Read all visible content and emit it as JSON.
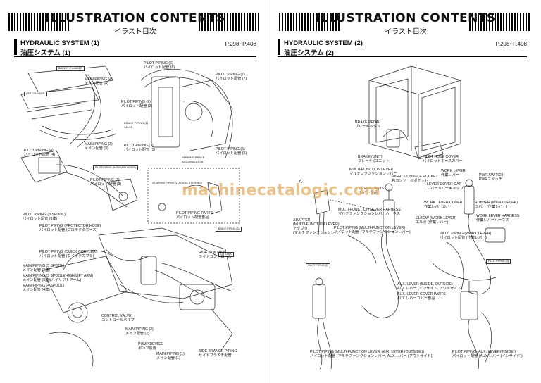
{
  "left_page": {
    "title_en": "ILLUSTRATION CONTENTS",
    "title_jp": "イラスト目次",
    "section_en": "HYDRAULIC SYSTEM (1)",
    "section_jp": "油圧システム (1)",
    "page_range": "P.298~P.408",
    "tags": {
      "bucket_cyl": "BUCKET CYLINDER",
      "lift_cyl": "LIFT CYLINDER",
      "aux_lever": "PILOT PIPING (AUXILIARY LEVER)",
      "steering": "STEERING PIPING (LOSTATIC STEERING)",
      "brake_piping3": "BRAKE PIPING (3)",
      "oil_tank": "OIL TANK"
    },
    "labels": {
      "main4": "MAIN PIPING (4)",
      "main4_jp": "メイン配管 (4)",
      "pilot6": "PILOT PIPING (6)",
      "pilot6_jp": "パイロット配管 (6)",
      "pilot7": "PILOT PIPING (7)",
      "pilot7_jp": "パイロット配管 (7)",
      "pilot2": "PILOT PIPING (2)",
      "pilot2_jp": "パイロット配管 (2)",
      "brake1": "BRAKE PIPING (1)",
      "brake1_sub": "VALVE",
      "main3": "MAIN PIPING (3)",
      "main3_jp": "メイン配管 (3)",
      "pilot1": "PILOT PIPING (1)",
      "pilot1_jp": "パイロット配管 (1)",
      "parking": "PARKING BRAKE",
      "parking_sub": "ACCUMULATOR",
      "pilot5": "PILOT PIPING (5)",
      "pilot5_jp": "パイロット配管 (5)",
      "pilot4": "PILOT PIPING (4)",
      "pilot4_jp": "パイロット配管 (4)",
      "pilot3": "PILOT PIPING (3)",
      "pilot3_jp": "パイロット配管 (3)",
      "pilot3spool": "PILOT PIPING (3 SPOOL)",
      "pilot3spool_jp": "パイロット配管 (3連)",
      "protector": "PILOT PIPING (PROTECTOR HOSE)",
      "protector_jp": "パイロット配管 (プロテクタホース)",
      "pilot_parts": "PILOT PIPING PARTS",
      "pilot_parts_jp": "パイロット配管部品",
      "quick": "PILOT PIPING (QUICK COUPLER)",
      "quick_jp": "パイロット配管 (クイックカプラ)",
      "ride": "RIDE CONTROL",
      "ride_jp": "ライドコントロール",
      "main3spool": "MAIN PIPING (3 SPOOL)",
      "main3spool_jp": "メイン配管 (3連)",
      "main3high": "MAIN PIPING (3 SPOOL)(HIGH LIFT ARM)",
      "main3high_jp": "メイン配管 (3連)(ハイリフトアーム)",
      "main4spool": "MAIN PIPING (4 SPOOL)",
      "main4spool_jp": "メイン配管 (4連)",
      "control": "CONTROL VALVE",
      "control_jp": "コントロールバルブ",
      "main2": "MAIN PIPING (2)",
      "main2_jp": "メイン配管 (2)",
      "pump": "PUMP DEVICE",
      "pump_jp": "ポンプ装置",
      "main1": "MAIN PIPING (1)",
      "main1_jp": "メイン配管 (1)",
      "side": "SIDE BRANCH PIPING",
      "side_jp": "サイドブランチ配管"
    }
  },
  "right_page": {
    "title_en": "ILLUSTRATION CONTENTS",
    "title_jp": "イラスト目次",
    "section_en": "HYDRAULIC SYSTEM (2)",
    "section_jp": "油圧システム (2)",
    "page_range": "P.298~P.408",
    "tags": {
      "pilot2": "PILOT PIPING (2)",
      "pilot3": "PILOT PIPING (3)"
    },
    "labels": {
      "brake_pedal": "BRAKE PEDAL",
      "brake_pedal_jp": "ブレーキペダル",
      "brake_unit": "BRAKE (UNIT)",
      "brake_unit_jp": "ブレーキ (ユニット)",
      "hose_cover": "PILOT HOSE COVER",
      "hose_cover_jp": "パイロットホースカバー",
      "multi_lever": "MULTI-FUNCTION LEVER",
      "multi_lever_jp": "マルチファンクションレバー",
      "right_console": "RIGHT CONSOLE POCKET",
      "right_console_jp": "右コンソールポケット",
      "lever_parts": "LEVER PARTS",
      "lever_parts_jp": "レバー部品",
      "multi_harness": "MULTI-FUNCTION LEVER HARNESS",
      "multi_harness_jp": "マルチファンクションレバーハーネス",
      "adapter": "ADAPTER",
      "adapter2": "(MULTI-FUNCTION LEVER)",
      "adapter_jp": "アダプタ",
      "adapter_jp2": "(マルチファンクションレバー)",
      "pilot_multi": "PILOT PIPING (MULTI-FUNCTION LEVER)",
      "pilot_multi_jp": "パイロット配管 (マルチファンクションレバー)",
      "work_lever": "WORK LEVER",
      "work_lever_jp": "作業レバー",
      "pwr_switch": "PWR.SWITCH",
      "pwr_switch_jp": "PWRスイッチ",
      "lever_cap": "LEVER COVER CAP",
      "lever_cap_jp": "レバーカバーキャップ",
      "work_cover": "WORK LEVER COVER",
      "work_cover_jp": "作業レバーカバー",
      "rubber": "RUBBER (WORK LEVER)",
      "rubber_jp": "ラバー (作業レバー)",
      "elbow": "ELBOW (WORK LEVER)",
      "elbow_jp": "エルボ (作業レバー)",
      "work_harness": "WORK LEVER HARNESS",
      "work_harness_jp": "作業レバーハーネス",
      "pilot_work": "PILOT PIPING (WORK LEVER)",
      "pilot_work_jp": "パイロット配管 (作業レバー)",
      "aux_lever": "AUX. LEVER (INSIDE, OUTSIDE)",
      "aux_lever_jp": "AUX.レバー (インサイド, アウトサイド)",
      "aux_cover": "AUX. LEVER COVER PARTS",
      "aux_cover_jp": "AUX.レバーカバー部品",
      "pilot_aux_out": "PILOT PIPING (MULTI-FUNCTION LEVER, AUX. LEVER (OUTSIDE))",
      "pilot_aux_out_jp": "パイロット配管 (マルチファンクションレバー, AUX.レバー (アウトサイド))",
      "pilot_aux_in": "PILOT PIPING (AUX. LEVER(INSIDE))",
      "pilot_aux_in_jp": "パイロット配管 (AUX.レバー (インサイド))",
      "callout_a": "A"
    }
  },
  "watermark": "machinecatalogic.com"
}
